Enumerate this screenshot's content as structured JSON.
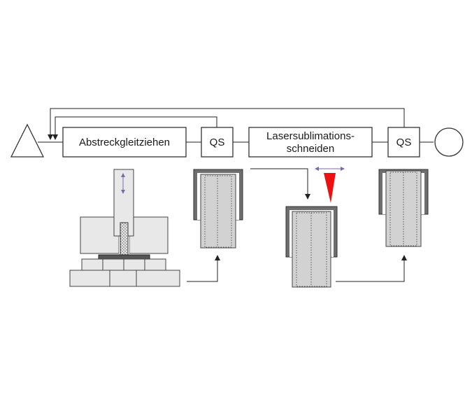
{
  "process_chain": {
    "start_symbol": "triangle-icon",
    "end_symbol": "circle-icon",
    "steps": [
      {
        "label": "Abstreckgleitziehen"
      },
      {
        "label": "QS"
      },
      {
        "label_line1": "Lasersublimations-",
        "label_line2": "schneiden"
      },
      {
        "label": "QS"
      }
    ]
  },
  "colors": {
    "laser": "#ee1111",
    "motion_arrow": "#7b6aa8",
    "part_fill": "#d2d2d2",
    "tool_fill": "#6e6e6e",
    "die_fill": "#e8e8e8"
  }
}
